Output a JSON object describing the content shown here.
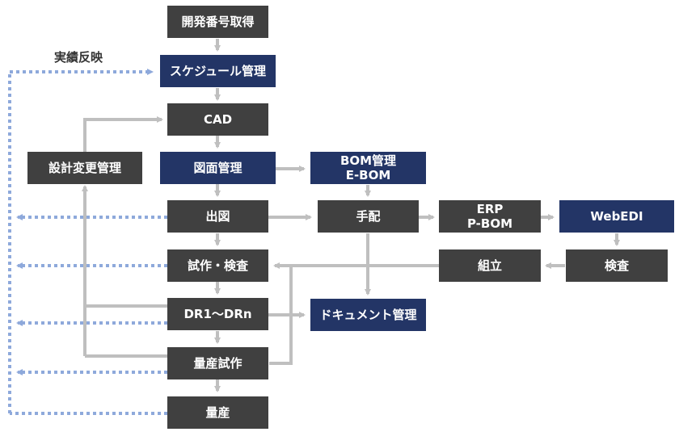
{
  "colors": {
    "dark_box": "#404040",
    "navy_box": "#233566",
    "solid_arrow": "#bfbfbf",
    "dotted_arrow": "#8ea9db"
  },
  "label_feedback": "実績反映",
  "boxes": {
    "dev_number": "開発番号取得",
    "schedule": "スケジュール管理",
    "cad": "CAD",
    "design_change": "設計変更管理",
    "drawing_mgmt": "図面管理",
    "bom": "BOM管理\nE-BOM",
    "shutsuzu": "出図",
    "tehai": "手配",
    "erp": "ERP\nP-BOM",
    "webedi": "WebEDI",
    "trial": "試作・検査",
    "assembly": "組立",
    "inspection": "検査",
    "dr": "DR1～DRn",
    "document": "ドキュメント管理",
    "mass_trial": "量産試作",
    "mass_production": "量産"
  }
}
